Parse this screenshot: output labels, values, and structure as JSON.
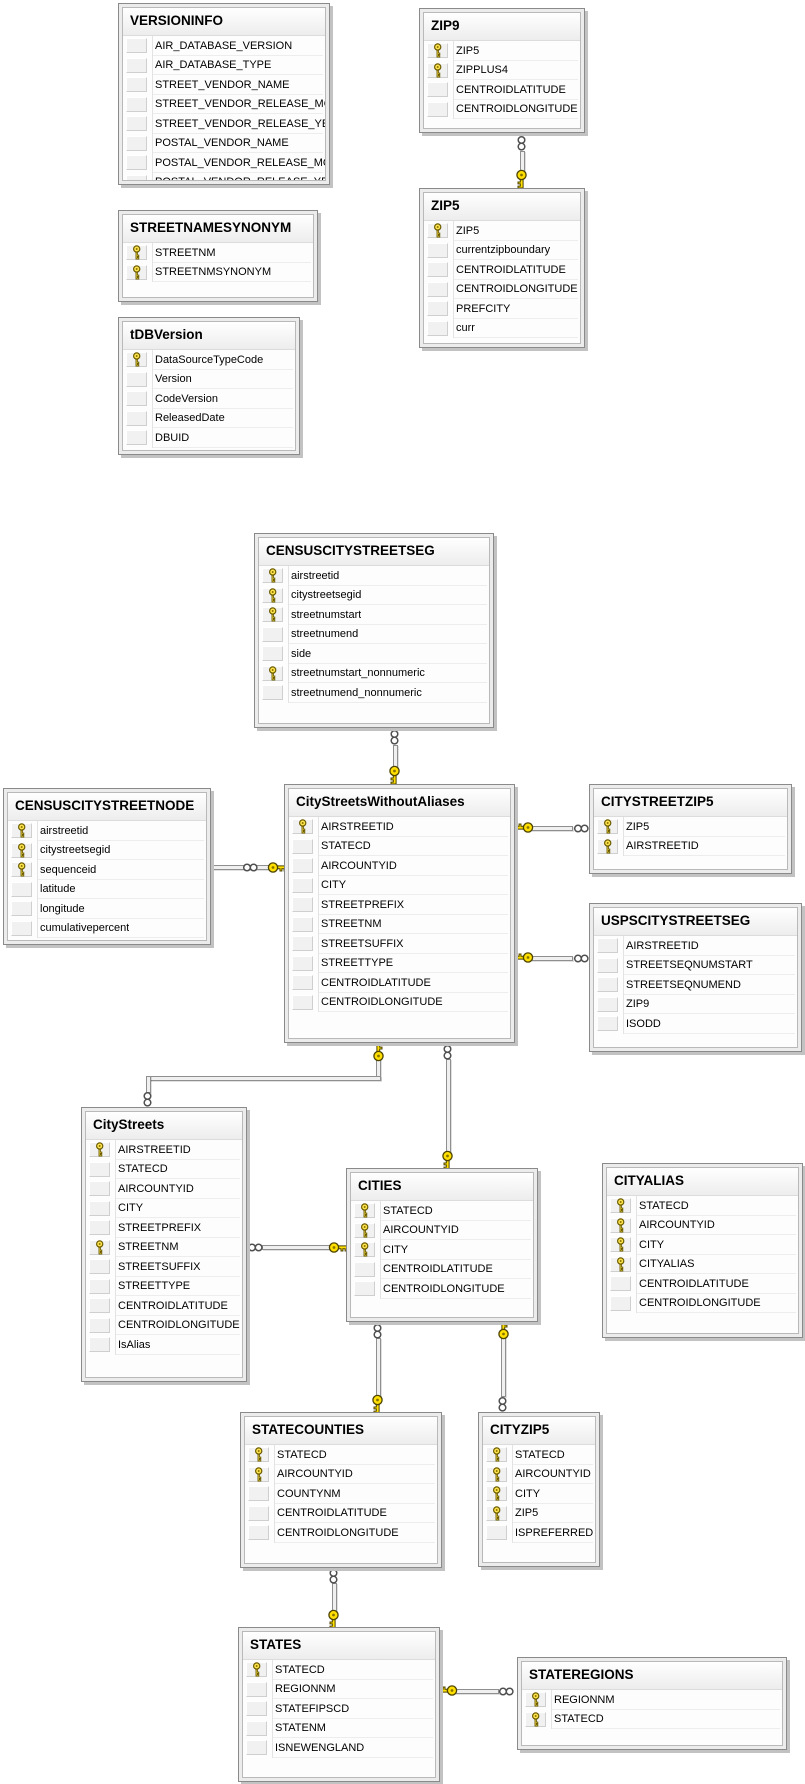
{
  "diagram": {
    "kind": "database-diagram",
    "tables": [
      {
        "id": "VERSIONINFO",
        "title": "VERSIONINFO",
        "columns": [
          {
            "name": "AIR_DATABASE_VERSION",
            "key": false
          },
          {
            "name": "AIR_DATABASE_TYPE",
            "key": false
          },
          {
            "name": "STREET_VENDOR_NAME",
            "key": false
          },
          {
            "name": "STREET_VENDOR_RELEASE_MONTH",
            "key": false
          },
          {
            "name": "STREET_VENDOR_RELEASE_YEAR",
            "key": false
          },
          {
            "name": "POSTAL_VENDOR_NAME",
            "key": false
          },
          {
            "name": "POSTAL_VENDOR_RELEASE_MONTH",
            "key": false
          },
          {
            "name": "POSTAL_VENDOR_RELEASE_YEAR",
            "key": false
          }
        ]
      },
      {
        "id": "ZIP9",
        "title": "ZIP9",
        "columns": [
          {
            "name": "ZIP5",
            "key": true
          },
          {
            "name": "ZIPPLUS4",
            "key": true
          },
          {
            "name": "CENTROIDLATITUDE",
            "key": false
          },
          {
            "name": "CENTROIDLONGITUDE",
            "key": false
          }
        ]
      },
      {
        "id": "STREETNAMESYNONYM",
        "title": "STREETNAMESYNONYM",
        "columns": [
          {
            "name": "STREETNM",
            "key": true
          },
          {
            "name": "STREETNMSYNONYM",
            "key": true
          }
        ]
      },
      {
        "id": "ZIP5",
        "title": "ZIP5",
        "columns": [
          {
            "name": "ZIP5",
            "key": true
          },
          {
            "name": "currentzipboundary",
            "key": false
          },
          {
            "name": "CENTROIDLATITUDE",
            "key": false
          },
          {
            "name": "CENTROIDLONGITUDE",
            "key": false
          },
          {
            "name": "PREFCITY",
            "key": false
          },
          {
            "name": "curr",
            "key": false
          }
        ]
      },
      {
        "id": "tDBVersion",
        "title": "tDBVersion",
        "columns": [
          {
            "name": "DataSourceTypeCode",
            "key": true
          },
          {
            "name": "Version",
            "key": false
          },
          {
            "name": "CodeVersion",
            "key": false
          },
          {
            "name": "ReleasedDate",
            "key": false
          },
          {
            "name": "DBUID",
            "key": false
          }
        ]
      },
      {
        "id": "CENSUSCITYSTREETSEG",
        "title": "CENSUSCITYSTREETSEG",
        "columns": [
          {
            "name": "airstreetid",
            "key": true
          },
          {
            "name": "citystreetsegid",
            "key": true
          },
          {
            "name": "streetnumstart",
            "key": true
          },
          {
            "name": "streetnumend",
            "key": false
          },
          {
            "name": "side",
            "key": false
          },
          {
            "name": "streetnumstart_nonnumeric",
            "key": true
          },
          {
            "name": "streetnumend_nonnumeric",
            "key": false
          }
        ]
      },
      {
        "id": "CENSUSCITYSTREETNODE",
        "title": "CENSUSCITYSTREETNODE",
        "columns": [
          {
            "name": "airstreetid",
            "key": true
          },
          {
            "name": "citystreetsegid",
            "key": true
          },
          {
            "name": "sequenceid",
            "key": true
          },
          {
            "name": "latitude",
            "key": false
          },
          {
            "name": "longitude",
            "key": false
          },
          {
            "name": "cumulativepercent",
            "key": false
          }
        ]
      },
      {
        "id": "CityStreetsWithoutAliases",
        "title": "CityStreetsWithoutAliases",
        "columns": [
          {
            "name": "AIRSTREETID",
            "key": true
          },
          {
            "name": "STATECD",
            "key": false
          },
          {
            "name": "AIRCOUNTYID",
            "key": false
          },
          {
            "name": "CITY",
            "key": false
          },
          {
            "name": "STREETPREFIX",
            "key": false
          },
          {
            "name": "STREETNM",
            "key": false
          },
          {
            "name": "STREETSUFFIX",
            "key": false
          },
          {
            "name": "STREETTYPE",
            "key": false
          },
          {
            "name": "CENTROIDLATITUDE",
            "key": false
          },
          {
            "name": "CENTROIDLONGITUDE",
            "key": false
          }
        ]
      },
      {
        "id": "CITYSTREETZIP5",
        "title": "CITYSTREETZIP5",
        "columns": [
          {
            "name": "ZIP5",
            "key": true
          },
          {
            "name": "AIRSTREETID",
            "key": true
          }
        ]
      },
      {
        "id": "USPSCITYSTREETSEG",
        "title": "USPSCITYSTREETSEG",
        "columns": [
          {
            "name": "AIRSTREETID",
            "key": false
          },
          {
            "name": "STREETSEQNUMSTART",
            "key": false
          },
          {
            "name": "STREETSEQNUMEND",
            "key": false
          },
          {
            "name": "ZIP9",
            "key": false
          },
          {
            "name": "ISODD",
            "key": false
          }
        ]
      },
      {
        "id": "CityStreets",
        "title": "CityStreets",
        "columns": [
          {
            "name": "AIRSTREETID",
            "key": true
          },
          {
            "name": "STATECD",
            "key": false
          },
          {
            "name": "AIRCOUNTYID",
            "key": false
          },
          {
            "name": "CITY",
            "key": false
          },
          {
            "name": "STREETPREFIX",
            "key": false
          },
          {
            "name": "STREETNM",
            "key": true
          },
          {
            "name": "STREETSUFFIX",
            "key": false
          },
          {
            "name": "STREETTYPE",
            "key": false
          },
          {
            "name": "CENTROIDLATITUDE",
            "key": false
          },
          {
            "name": "CENTROIDLONGITUDE",
            "key": false
          },
          {
            "name": "IsAlias",
            "key": false
          }
        ]
      },
      {
        "id": "CITIES",
        "title": "CITIES",
        "columns": [
          {
            "name": "STATECD",
            "key": true
          },
          {
            "name": "AIRCOUNTYID",
            "key": true
          },
          {
            "name": "CITY",
            "key": true
          },
          {
            "name": "CENTROIDLATITUDE",
            "key": false
          },
          {
            "name": "CENTROIDLONGITUDE",
            "key": false
          }
        ]
      },
      {
        "id": "CITYALIAS",
        "title": "CITYALIAS",
        "columns": [
          {
            "name": "STATECD",
            "key": true
          },
          {
            "name": "AIRCOUNTYID",
            "key": true
          },
          {
            "name": "CITY",
            "key": true
          },
          {
            "name": "CITYALIAS",
            "key": true
          },
          {
            "name": "CENTROIDLATITUDE",
            "key": false
          },
          {
            "name": "CENTROIDLONGITUDE",
            "key": false
          }
        ]
      },
      {
        "id": "STATECOUNTIES",
        "title": "STATECOUNTIES",
        "columns": [
          {
            "name": "STATECD",
            "key": true
          },
          {
            "name": "AIRCOUNTYID",
            "key": true
          },
          {
            "name": "COUNTYNM",
            "key": false
          },
          {
            "name": "CENTROIDLATITUDE",
            "key": false
          },
          {
            "name": "CENTROIDLONGITUDE",
            "key": false
          }
        ]
      },
      {
        "id": "CITYZIP5",
        "title": "CITYZIP5",
        "columns": [
          {
            "name": "STATECD",
            "key": true
          },
          {
            "name": "AIRCOUNTYID",
            "key": true
          },
          {
            "name": "CITY",
            "key": true
          },
          {
            "name": "ZIP5",
            "key": true
          },
          {
            "name": "ISPREFERRED",
            "key": false
          }
        ]
      },
      {
        "id": "STATES",
        "title": "STATES",
        "columns": [
          {
            "name": "STATECD",
            "key": true
          },
          {
            "name": "REGIONNM",
            "key": false
          },
          {
            "name": "STATEFIPSCD",
            "key": false
          },
          {
            "name": "STATENM",
            "key": false
          },
          {
            "name": "ISNEWENGLAND",
            "key": false
          }
        ]
      },
      {
        "id": "STATEREGIONS",
        "title": "STATEREGIONS",
        "columns": [
          {
            "name": "REGIONNM",
            "key": true
          },
          {
            "name": "STATECD",
            "key": true
          }
        ]
      }
    ],
    "relationships": [
      {
        "id": "ZIP9_ZIP5",
        "one": "ZIP5",
        "many": "ZIP9"
      },
      {
        "id": "CENSUSCITYSTREETSEG_CityStreetsWithoutAliases",
        "one": "CityStreetsWithoutAliases",
        "many": "CENSUSCITYSTREETSEG"
      },
      {
        "id": "CENSUSCITYSTREETNODE_CityStreetsWithoutAliases",
        "one": "CityStreetsWithoutAliases",
        "many": "CENSUSCITYSTREETNODE"
      },
      {
        "id": "CITYSTREETZIP5_CityStreetsWithoutAliases",
        "one": "CityStreetsWithoutAliases",
        "many": "CITYSTREETZIP5"
      },
      {
        "id": "USPSCITYSTREETSEG_CityStreetsWithoutAliases",
        "one": "CityStreetsWithoutAliases",
        "many": "USPSCITYSTREETSEG"
      },
      {
        "id": "CityStreets_CityStreetsWithoutAliases",
        "one": "CityStreetsWithoutAliases",
        "many": "CityStreets"
      },
      {
        "id": "CityStreetsWithoutAliases_CITIES",
        "one": "CITIES",
        "many": "CityStreetsWithoutAliases"
      },
      {
        "id": "CityStreets_CITIES",
        "one": "CITIES",
        "many": "CityStreets"
      },
      {
        "id": "CITIES_STATECOUNTIES",
        "one": "STATECOUNTIES",
        "many": "CITIES"
      },
      {
        "id": "CITYZIP5_CITIES",
        "one": "CITIES",
        "many": "CITYZIP5"
      },
      {
        "id": "STATECOUNTIES_STATES",
        "one": "STATES",
        "many": "STATECOUNTIES"
      },
      {
        "id": "STATEREGIONS_STATES",
        "one": "STATES",
        "many": "STATEREGIONS"
      }
    ],
    "icons": {
      "primary_key": "key-icon",
      "one_endpoint": "key-icon",
      "many_endpoint": "infinity-icon"
    },
    "colors": {
      "key_yellow": "#ffdf00",
      "connector_gray": "#8f8f8f",
      "table_frame": "#ececec",
      "table_border": "#8a8a8a",
      "shadow": "#c2c2c2",
      "background": "#ffffff"
    }
  }
}
